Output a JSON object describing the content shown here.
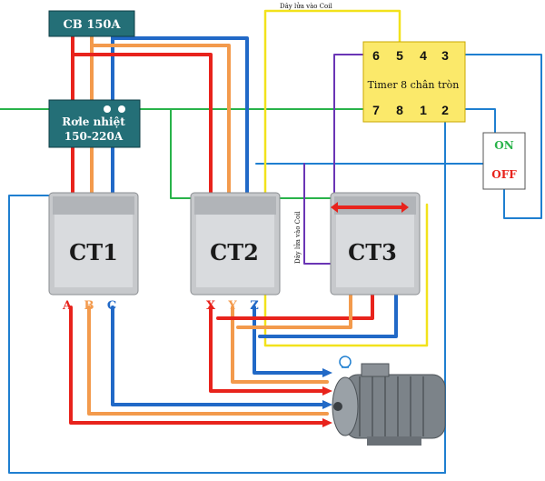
{
  "breaker": {
    "label": "CB 150A"
  },
  "relay": {
    "line1": "Rơle nhiệt",
    "line2": "150-220A"
  },
  "timer": {
    "title": "Timer 8 chân tròn",
    "top_pins": [
      "6",
      "5",
      "4",
      "3"
    ],
    "bottom_pins": [
      "7",
      "8",
      "1",
      "2"
    ]
  },
  "switch": {
    "on_label": "ON",
    "off_label": "OFF"
  },
  "contactors": [
    {
      "label": "CT1",
      "terminals": [
        "A",
        "B",
        "C"
      ]
    },
    {
      "label": "CT2",
      "terminals": [
        "X",
        "Y",
        "Z"
      ]
    },
    {
      "label": "CT3",
      "terminals": []
    }
  ],
  "annotations": {
    "coil_top": "Dây lửa vào Coil",
    "coil_side": "Dây lửa vào Coil"
  },
  "colors": {
    "phase_a": "#e8231c",
    "phase_b": "#f39a4c",
    "phase_c": "#2169c7",
    "coil": "#f2e21b",
    "neutral": "#6a35b5",
    "control": "#1f7fd0",
    "ground": "#29b34a",
    "box": "#246f77"
  }
}
